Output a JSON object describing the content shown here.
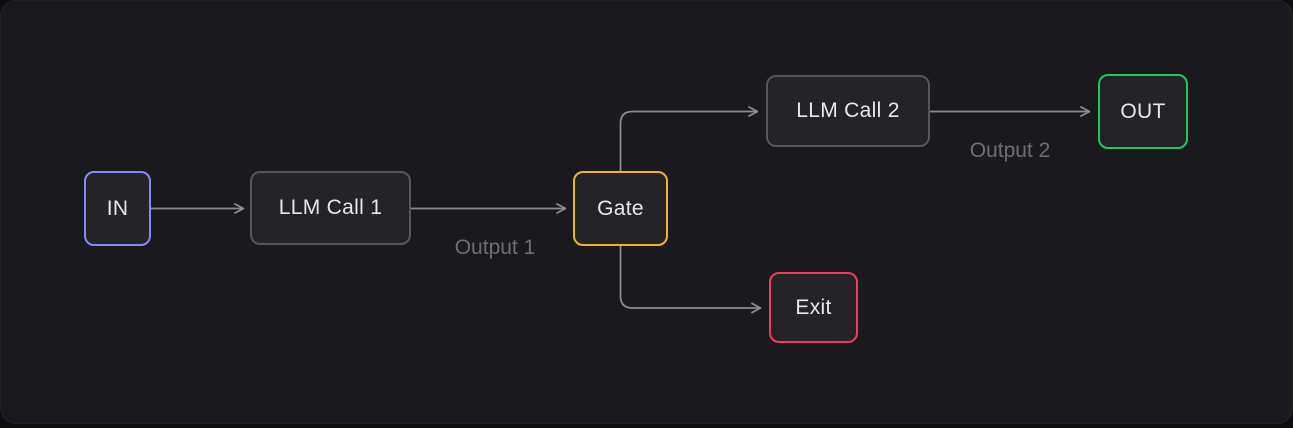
{
  "colors": {
    "page_bg": "#0d0d10",
    "canvas_bg": "#1a1a1e",
    "node_bg": "#242428",
    "node_text": "#e8e8ea",
    "node_border": "#55555d",
    "accent_in": "#818cf8",
    "accent_gate": "#f0b429",
    "accent_out": "#22c55e",
    "accent_exit": "#f23a5c",
    "edge": "#8b8b92",
    "edge_label": "#6c6d76"
  },
  "diagram": {
    "type": "workflow-flowchart",
    "nodes": [
      {
        "id": "in",
        "label": "IN",
        "role": "input",
        "accent": "#818cf8"
      },
      {
        "id": "llm1",
        "label": "LLM Call 1",
        "role": "process",
        "accent": "#55555d"
      },
      {
        "id": "gate",
        "label": "Gate",
        "role": "gate",
        "accent": "#f0b429"
      },
      {
        "id": "llm2",
        "label": "LLM Call 2",
        "role": "process",
        "accent": "#55555d"
      },
      {
        "id": "out",
        "label": "OUT",
        "role": "output",
        "accent": "#22c55e"
      },
      {
        "id": "exit",
        "label": "Exit",
        "role": "exit",
        "accent": "#f23a5c"
      }
    ],
    "edges": [
      {
        "from": "in",
        "to": "llm1",
        "label": ""
      },
      {
        "from": "llm1",
        "to": "gate",
        "label": "Output 1"
      },
      {
        "from": "gate",
        "to": "llm2",
        "label": ""
      },
      {
        "from": "llm2",
        "to": "out",
        "label": "Output 2"
      },
      {
        "from": "gate",
        "to": "exit",
        "label": ""
      }
    ]
  }
}
